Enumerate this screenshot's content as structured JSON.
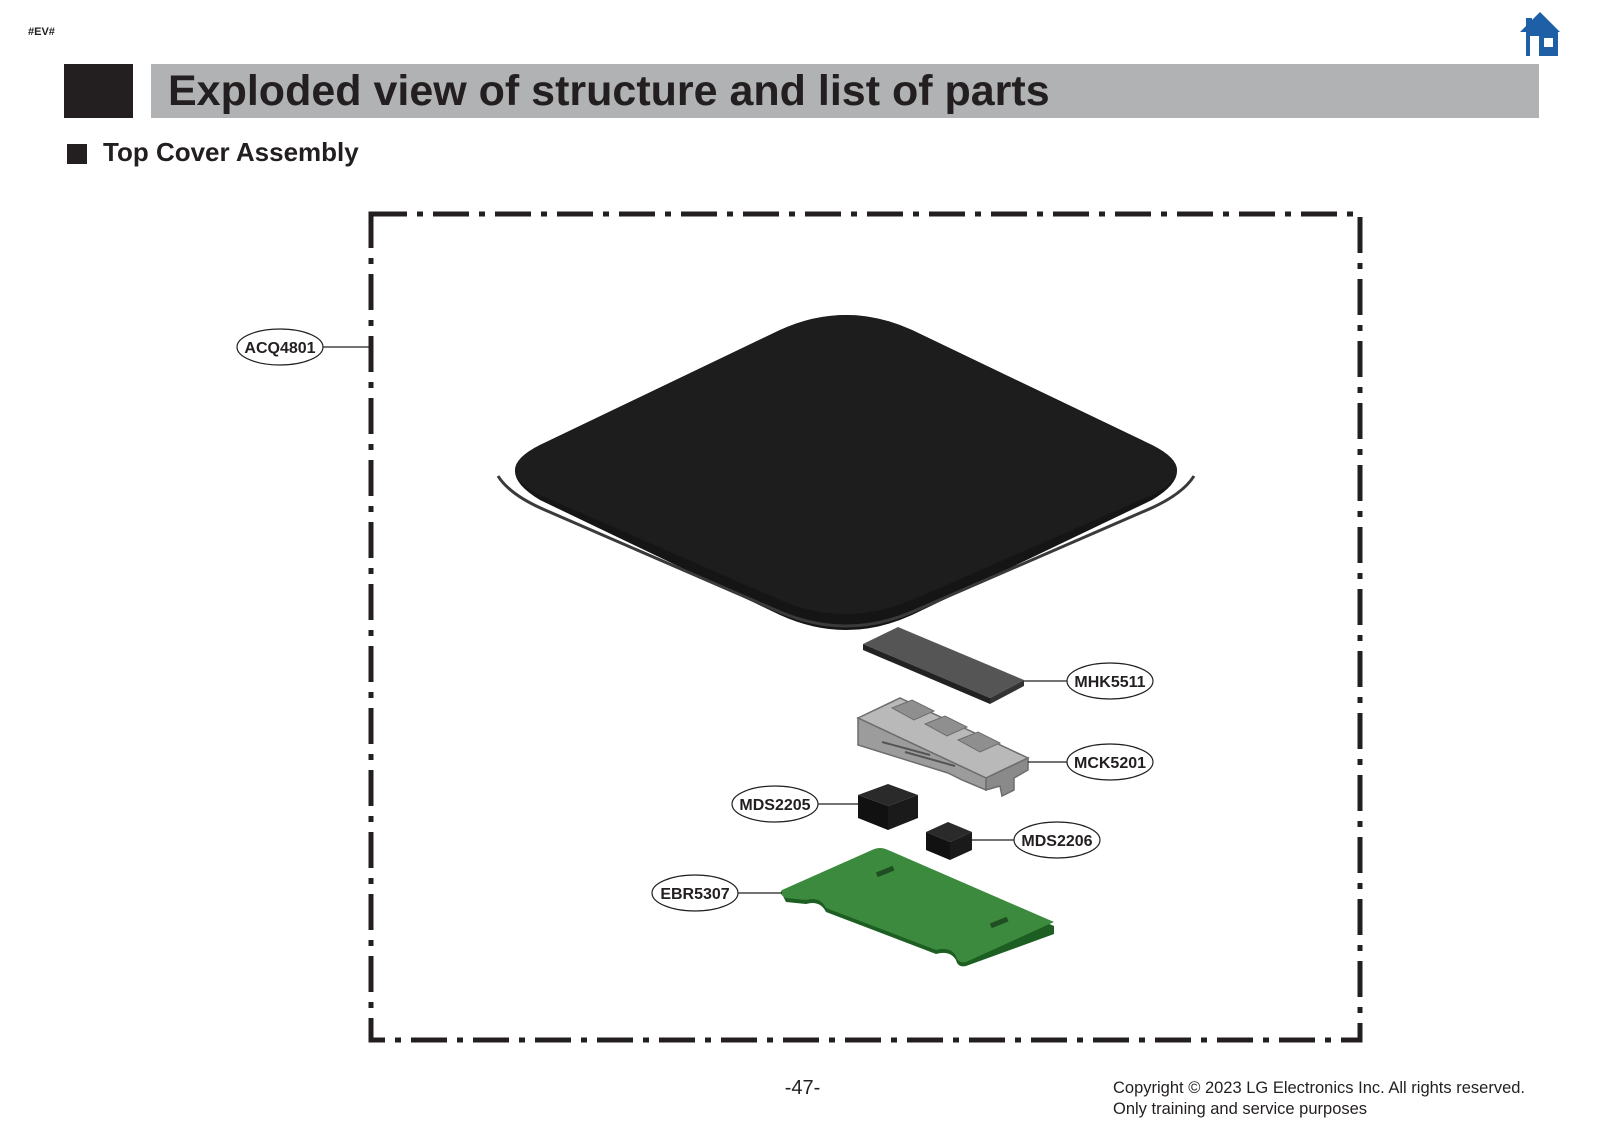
{
  "header": {
    "ev_tag": "#EV#",
    "home_icon": "home-icon"
  },
  "title": "Exploded view of structure and list of parts",
  "section": "Top Cover Assembly",
  "parts": [
    {
      "id": "ACQ4801"
    },
    {
      "id": "MHK5511"
    },
    {
      "id": "MCK5201"
    },
    {
      "id": "MDS2205"
    },
    {
      "id": "MDS2206"
    },
    {
      "id": "EBR5307"
    }
  ],
  "footer": {
    "page_number": "-47-",
    "copyright_line1": "Copyright © 2023 LG Electronics Inc. All rights reserved.",
    "copyright_line2": "Only training and service purposes"
  },
  "colors": {
    "title_bar": "#b1b2b3",
    "title_block": "#231f20",
    "home_icon": "#1f5fa6",
    "pcb": "#3c8a3e"
  }
}
